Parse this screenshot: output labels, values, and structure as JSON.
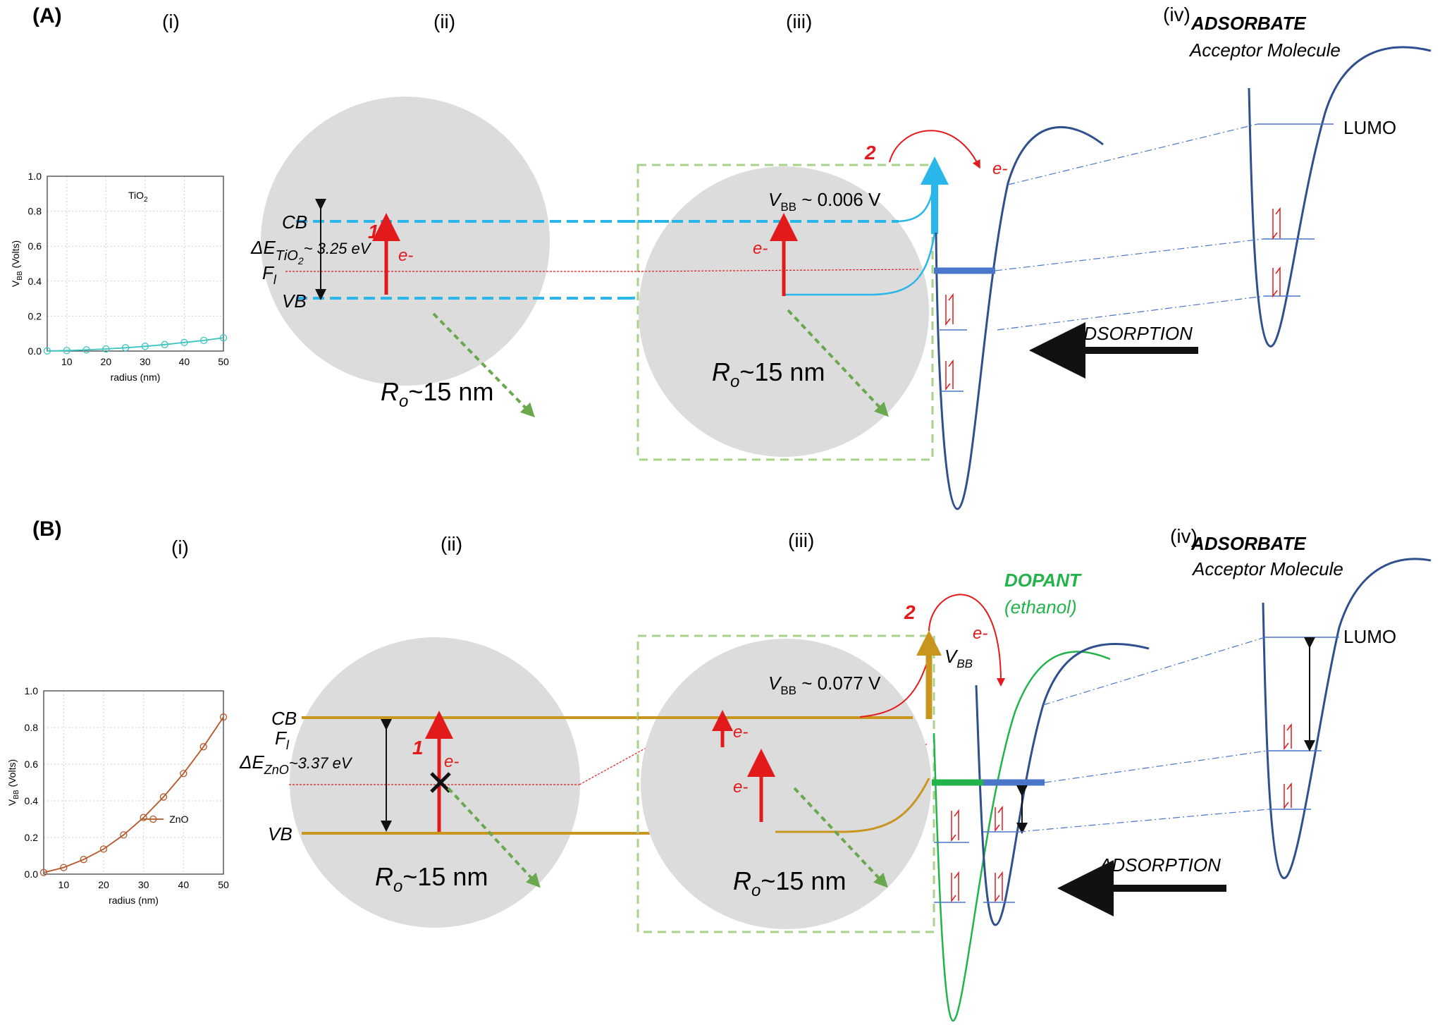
{
  "panels": [
    {
      "id": "A",
      "label": "(A)",
      "columns": [
        "(i)",
        "(ii)",
        "(iii)",
        "(iv)"
      ],
      "labels": {
        "cb": "CB",
        "fl": "F",
        "fl_sub": "l",
        "vb": "VB",
        "gap_prefix": "ΔE",
        "gap_sub": "TiO",
        "gap_sub2": "2",
        "gap_value": "~ 3.25 eV",
        "step1": "1",
        "step2": "2",
        "electron": "e-",
        "radius_prefix": "R",
        "radius_sub": "o",
        "radius_value": "~15 nm",
        "vbb_prefix": "V",
        "vbb_sub": "BB",
        "vbb_value": " ~ 0.006 V",
        "adsorbate": "ADSORBATE",
        "acceptor": "Acceptor Molecule",
        "lumo": "LUMO",
        "adsorption": "ADSORPTION"
      },
      "colors": {
        "band": "#29b6e8",
        "fermi": "#e31a1c",
        "arrow": "#e31a1c",
        "well": "#2f4f8f",
        "level": "#4a76c9"
      }
    },
    {
      "id": "B",
      "label": "(B)",
      "columns": [
        "(i)",
        "(ii)",
        "(iii)",
        "(iv)"
      ],
      "labels": {
        "cb": "CB",
        "fl": "F",
        "fl_sub": "l",
        "vb": "VB",
        "gap_prefix": "ΔE",
        "gap_sub": "ZnO",
        "gap_value": "~3.37 eV",
        "step1": "1",
        "step2": "2",
        "electron": "e-",
        "radius_prefix": "R",
        "radius_sub": "o",
        "radius_value": "~15 nm",
        "vbb_prefix": "V",
        "vbb_sub": "BB",
        "vbb_value": " ~ 0.077 V",
        "vbb_right_prefix": "V",
        "vbb_right_sub": "BB",
        "dopant": "DOPANT",
        "ethanol": "(ethanol)",
        "adsorbate": "ADSORBATE",
        "acceptor": "Acceptor Molecule",
        "lumo": "LUMO",
        "adsorption": "ADSORPTION"
      },
      "colors": {
        "band": "#c8961e",
        "fermi": "#e31a1c",
        "arrow": "#e31a1c",
        "well": "#2f4f8f",
        "dopant": "#22b34a",
        "level": "#4a76c9"
      }
    }
  ],
  "chart_data": [
    {
      "type": "line",
      "title": "",
      "annotation": "TiO",
      "annotation_sub": "2",
      "xlabel": "radius (nm)",
      "ylabel": "V",
      "ylabel_sub": "BB",
      "ylabel_suffix": " (Volts)",
      "xlim": [
        5,
        50
      ],
      "ylim": [
        0,
        1.0
      ],
      "xticks": [
        "10",
        "20",
        "30",
        "40",
        "50"
      ],
      "yticks": [
        "0.0",
        "0.2",
        "0.4",
        "0.6",
        "0.8",
        "1.0"
      ],
      "grid": true,
      "series": [
        {
          "color": "#3cc4c0",
          "x": [
            5,
            10,
            15,
            20,
            25,
            30,
            35,
            40,
            45,
            50
          ],
          "y": [
            0.001,
            0.003,
            0.007,
            0.012,
            0.019,
            0.027,
            0.037,
            0.049,
            0.061,
            0.076
          ]
        }
      ]
    },
    {
      "type": "line",
      "title": "",
      "xlabel": "radius (nm)",
      "ylabel": "V",
      "ylabel_sub": "BB",
      "ylabel_suffix": " (Volts)",
      "xlim": [
        5,
        50
      ],
      "ylim": [
        0,
        1.0
      ],
      "xticks": [
        "10",
        "20",
        "30",
        "40",
        "50"
      ],
      "yticks": [
        "0.0",
        "0.2",
        "0.4",
        "0.6",
        "0.8",
        "1.0"
      ],
      "grid": true,
      "legend": "bottom-right",
      "series": [
        {
          "name": "ZnO",
          "color": "#b5562a",
          "x": [
            5,
            10,
            15,
            20,
            25,
            30,
            35,
            40,
            45,
            50
          ],
          "y": [
            0.009,
            0.036,
            0.08,
            0.137,
            0.214,
            0.309,
            0.421,
            0.549,
            0.695,
            0.857
          ]
        }
      ]
    }
  ]
}
